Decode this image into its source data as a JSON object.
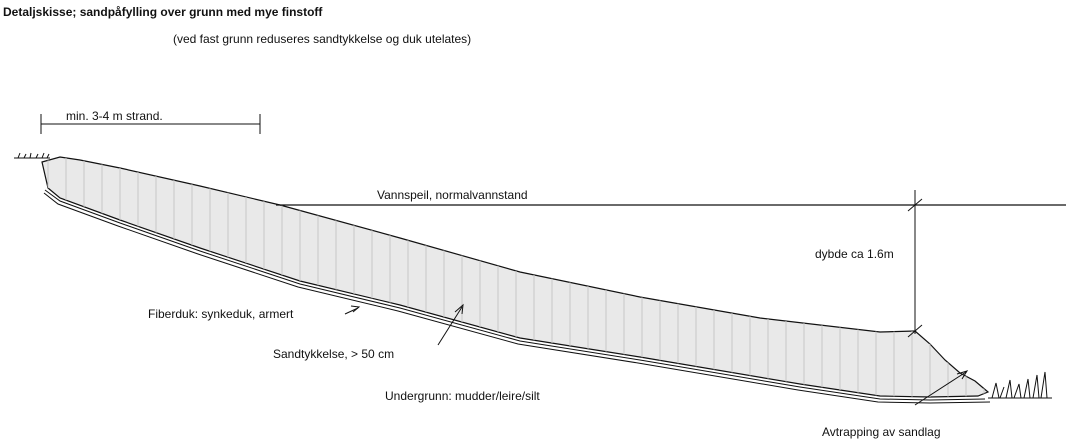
{
  "title": "Detaljskisse; sandpåfylling over grunn med mye finstoff",
  "subtitle": "(ved fast grunn reduseres sandtykkelse og duk utelates)",
  "labels": {
    "beach_width": "min. 3-4 m strand.",
    "water_level": "Vannspeil, normalvannstand",
    "depth": "dybde ca 1.6m",
    "fiber_cloth": "Fiberduk: synkeduk, armert",
    "sand_thickness": "Sandtykkelse, > 50 cm",
    "subsoil": "Undergrunn: mudder/leire/silt",
    "sand_taper": "Avtrapping av sandlag"
  },
  "colors": {
    "sand_fill": "#e9e9e9",
    "hatch": "#c8c8c8",
    "line": "#111111"
  }
}
